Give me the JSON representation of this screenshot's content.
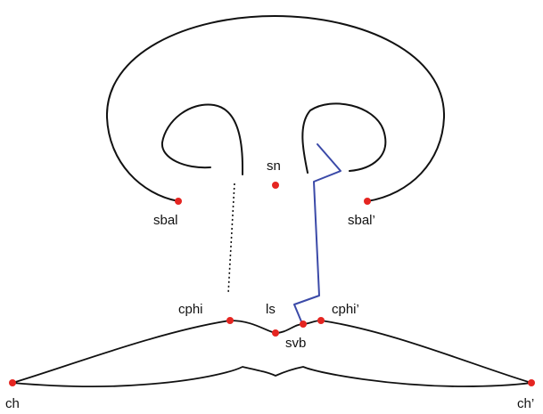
{
  "colors": {
    "landmark": "#e52521",
    "blue_line": "#3b4aa8",
    "outline": "#111111"
  },
  "labels": {
    "sn": "sn",
    "sbal": "sbal",
    "sbal_prime": "sbal’",
    "cphi": "cphi",
    "ls": "ls",
    "cphi_prime": "cphi’",
    "svb": "svb",
    "ch": "ch",
    "ch_prime": "ch’"
  }
}
